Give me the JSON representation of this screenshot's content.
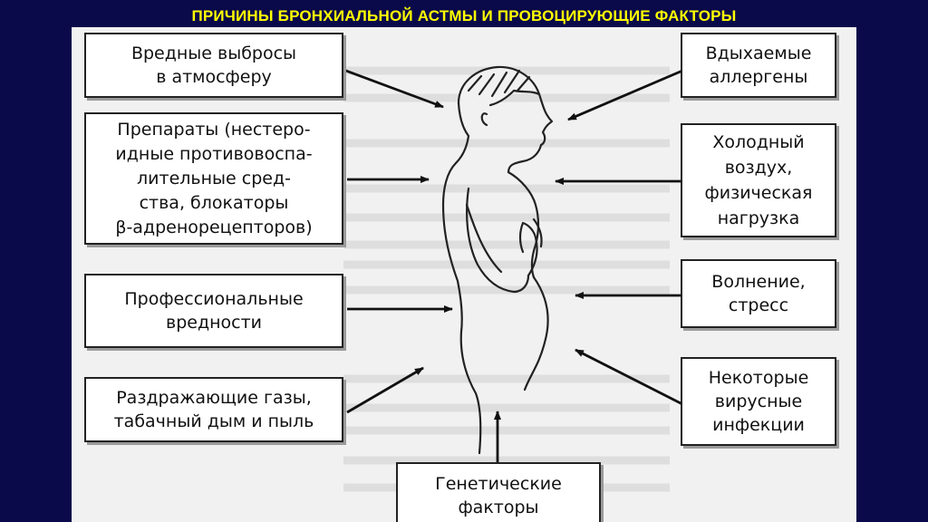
{
  "title": "ПРИЧИНЫ БРОНХИАЛЬНОЙ АСТМЫ И ПРОВОЦИРУЮЩИЕ ФАКТОРЫ",
  "colors": {
    "background": "#0a0a4a",
    "title": "#ffff00",
    "panel": "#f1f1f1",
    "box_border": "#222222"
  },
  "left_factors": [
    {
      "lines": [
        "Вредные выбросы",
        "в атмосферу"
      ]
    },
    {
      "lines": [
        "Препараты (нестеро-",
        "идные противовоспа-",
        "лительные сред-",
        "ства, блокаторы",
        "β-адренорецепторов)"
      ]
    },
    {
      "lines": [
        "Профессиональные",
        "вредности"
      ]
    },
    {
      "lines": [
        "Раздражающие газы,",
        "табачный дым и пыль"
      ]
    }
  ],
  "right_factors": [
    {
      "lines": [
        "Вдыхаемые",
        "аллергены"
      ]
    },
    {
      "lines": [
        "Холодный",
        "воздух,",
        "физическая",
        "нагрузка"
      ]
    },
    {
      "lines": [
        "Волнение,",
        "стресс"
      ]
    },
    {
      "lines": [
        "Некоторые",
        "вирусные",
        "инфекции"
      ]
    }
  ],
  "bottom_factor": {
    "lines": [
      "Генетические",
      "факторы"
    ]
  }
}
